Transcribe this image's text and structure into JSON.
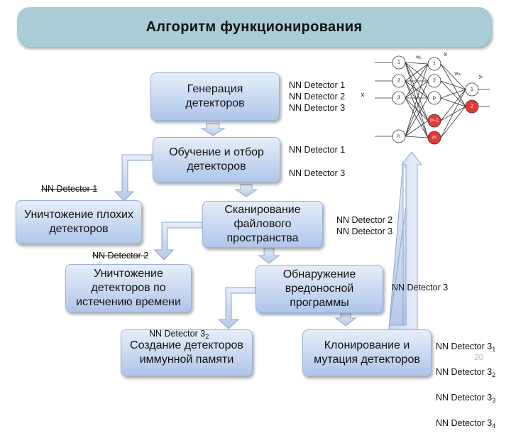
{
  "title": "Алгоритм функционирования",
  "boxes": {
    "generation": "Генерация\nдетекторов",
    "training": "Обучение и отбор\nдетекторов",
    "scanning": "Сканирование\nфайлового\nпространства",
    "destroy_bad": "Уничтожение плохих\nдетекторов",
    "destroy_expired": "Уничтожение\nдетекторов по\nистечению времени",
    "detection": "Обнаружение\nвредоносной\nпрограммы",
    "immune_memory": "Создание детекторов\nиммунной памяти",
    "cloning": "Клонирование и\nмутация детекторов"
  },
  "labels": {
    "gen_list": "NN Detector 1\nNN Detector 2\nNN Detector 3",
    "train_1": "NN Detector 1",
    "train_3": "NN Detector 3",
    "left_1": "NN Detector 1",
    "scan_list": "NN Detector 2\nNN Detector 3",
    "left_2": "NN Detector 2",
    "detect_3": "NN Detector 3",
    "mem_prefix": "NN Detector 3",
    "mem_sub": "2",
    "clone_list": [
      {
        "text": "NN Detector 3",
        "sub": "1"
      },
      {
        "text": "NN Detector 3",
        "sub": "2"
      },
      {
        "text": "NN Detector 3",
        "sub": "3"
      },
      {
        "text": "NN Detector 3",
        "sub": "4"
      }
    ],
    "page_number": "20"
  },
  "nn": {
    "input_nodes": [
      "1",
      "2",
      "3",
      "n"
    ],
    "hidden_nodes": [
      "1",
      "2",
      "p",
      "m-1",
      "m"
    ],
    "output_nodes": [
      "1",
      "2"
    ],
    "x_label": "x",
    "w_label_1": "wᵢⱼ",
    "w_label_2": "wⱼₖ",
    "y_label_1": "yⱼ",
    "y_label_2": "yₖ"
  },
  "colors": {
    "box_top": "#e6eef9",
    "box_bottom": "#aec6ea",
    "title_bg": "#a9ccd6",
    "arrow": "#c9d9f0",
    "node_red": "#e53935"
  }
}
